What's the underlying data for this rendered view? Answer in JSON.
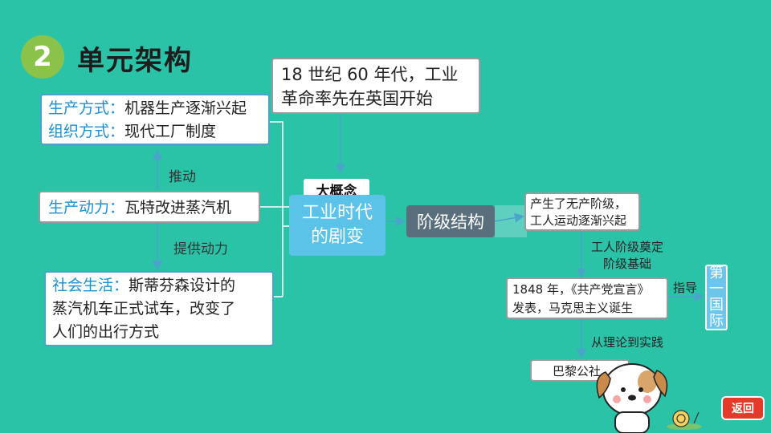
{
  "section": {
    "number": "2",
    "title": "单元架构"
  },
  "top_box": {
    "line1": "18 世纪 60 年代，工业",
    "line2": "革命率先在英国开始"
  },
  "production_box": {
    "row1_label": "生产方式：",
    "row1_text": "机器生产逐渐兴起",
    "row2_label": "组织方式：",
    "row2_text": "现代工厂制度"
  },
  "push_label": "推动",
  "power_box": {
    "label": "生产动力：",
    "text": "瓦特改进蒸汽机"
  },
  "provide_label": "提供动力",
  "social_box": {
    "label": "社会生活：",
    "line1": "斯蒂芬森设计的",
    "line2": "蒸汽机车正式试车，改变了",
    "line3": "人们的出行方式"
  },
  "concept_tag": "大概念",
  "concept": {
    "line1": "工业时代",
    "line2": "的剧变"
  },
  "structure": "阶级结构",
  "right": {
    "box1_line1": "产生了无产阶级，",
    "box1_line2": "工人运动逐渐兴起",
    "arrow1_line1": "工人阶级奠定",
    "arrow1_line2": "阶级基础",
    "box2_line1": "1848 年，《共产党宣言》",
    "box2_line2": "发表，马克思主义诞生",
    "guide_label": "指导",
    "vertical": "第一国际",
    "arrow2_label": "从理论到实践",
    "box3": "巴黎公社"
  },
  "return_label": "返回"
}
